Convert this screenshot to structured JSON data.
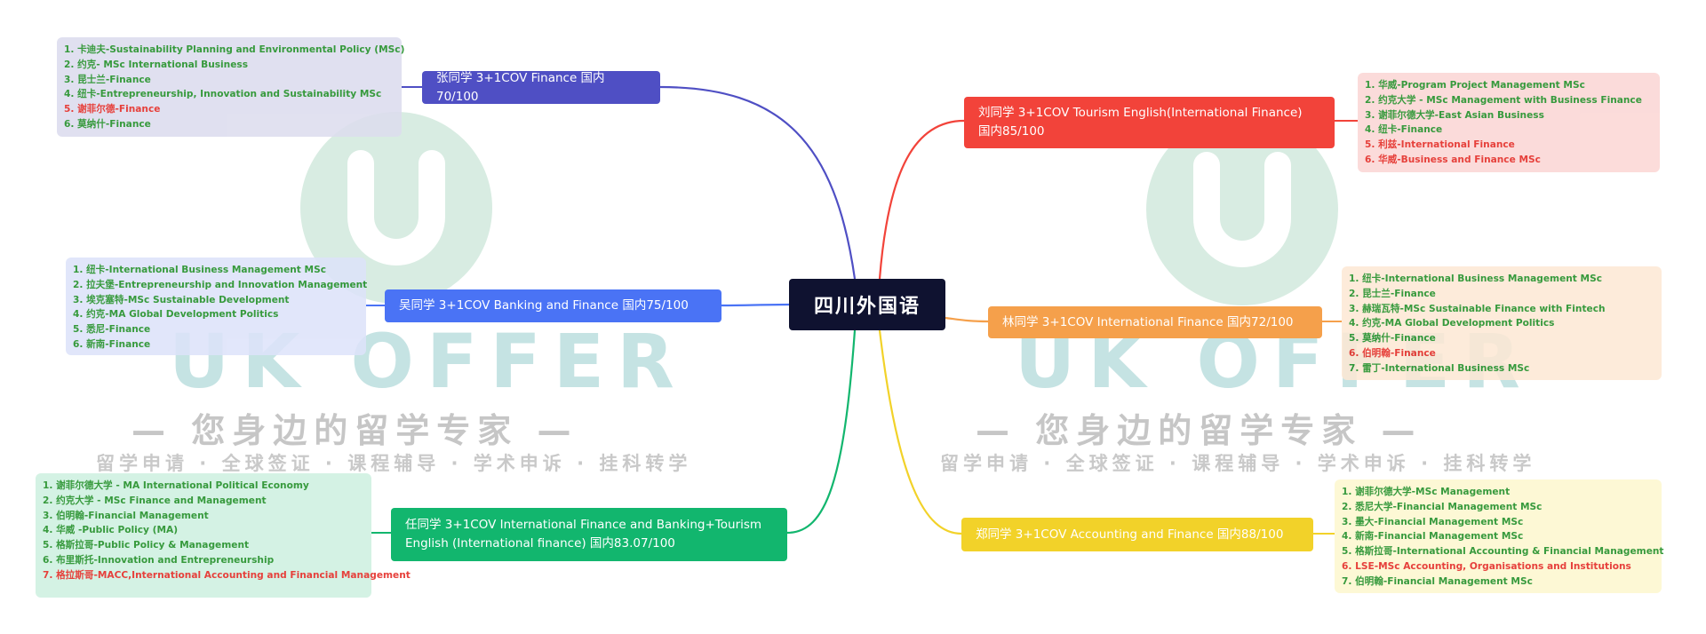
{
  "colors": {
    "root": "#0f1230",
    "zhang": "#4f4fc4",
    "liu": "#f2433a",
    "wu": "#4a73f5",
    "lin": "#f5a04b",
    "ren": "#12b66e",
    "zheng": "#f2d229",
    "item_default": "#178a1e",
    "item_highlight": "#e3211b"
  },
  "watermark": {
    "brand": "UK OFFER",
    "slogan": "— 您身边的留学专家 —",
    "services": "留学申请 · 全球签证 · 课程辅导 · 学术申诉 · 挂科转学"
  },
  "root": {
    "label": "四川外国语"
  },
  "branches": [
    {
      "id": "zhang",
      "label": "张同学 3+1COV Finance 国内70/100",
      "items": [
        {
          "text": "1. 卡迪夫-Sustainability Planning and Environmental Policy (MSc)",
          "highlight": false
        },
        {
          "text": "2. 约克- MSc International Business",
          "highlight": false
        },
        {
          "text": "3. 昆士兰-Finance",
          "highlight": false
        },
        {
          "text": "4. 纽卡-Entrepreneurship, Innovation and Sustainability MSc",
          "highlight": false
        },
        {
          "text": "5. 谢菲尔德-Finance",
          "highlight": true
        },
        {
          "text": "6. 莫纳什-Finance",
          "highlight": false
        }
      ]
    },
    {
      "id": "liu",
      "label": "刘同学 3+1COV Tourism English(International Finance)\n国内85/100",
      "items": [
        {
          "text": "1. 华威-Program Project Management MSc",
          "highlight": false
        },
        {
          "text": "2. 约克大学 -  MSc Management with Business Finance",
          "highlight": false
        },
        {
          "text": "3. 谢菲尔德大学-East Asian Business",
          "highlight": false
        },
        {
          "text": "4. 纽卡-Finance",
          "highlight": false
        },
        {
          "text": "5. 利兹-International Finance",
          "highlight": true
        },
        {
          "text": "6. 华威-Business and Finance MSc",
          "highlight": true
        }
      ]
    },
    {
      "id": "wu",
      "label": "吴同学 3+1COV Banking and Finance 国内75/100",
      "items": [
        {
          "text": "1. 纽卡-International Business Management MSc",
          "highlight": false
        },
        {
          "text": "2. 拉夫堡-Entrepreneurship and Innovation Management",
          "highlight": false
        },
        {
          "text": "3. 埃克塞特-MSc Sustainable Development",
          "highlight": false
        },
        {
          "text": "4. 约克-MA Global Development Politics",
          "highlight": false
        },
        {
          "text": "5. 悉尼-Finance",
          "highlight": false
        },
        {
          "text": "6. 新南-Finance",
          "highlight": false
        }
      ]
    },
    {
      "id": "lin",
      "label": "林同学 3+1COV International Finance 国内72/100",
      "items": [
        {
          "text": "1. 纽卡-International Business Management MSc",
          "highlight": false
        },
        {
          "text": "2. 昆士兰-Finance",
          "highlight": false
        },
        {
          "text": "3. 赫瑞瓦特-MSc Sustainable Finance with Fintech",
          "highlight": false
        },
        {
          "text": "4. 约克-MA Global Development Politics",
          "highlight": false
        },
        {
          "text": "5. 莫纳什-Finance",
          "highlight": false
        },
        {
          "text": "6. 伯明翰-Finance",
          "highlight": true
        },
        {
          "text": "7. 雷丁-International Business MSc",
          "highlight": false
        }
      ]
    },
    {
      "id": "ren",
      "label": "任同学 3+1COV International Finance and Banking+Tourism\nEnglish (International finance) 国内83.07/100",
      "items": [
        {
          "text": "1. 谢菲尔德大学 - MA International Political Economy",
          "highlight": false
        },
        {
          "text": "2. 约克大学 - MSc Finance and Management",
          "highlight": false
        },
        {
          "text": "3. 伯明翰-Financial Management",
          "highlight": false
        },
        {
          "text": "4. 华威 -Public Policy (MA)",
          "highlight": false
        },
        {
          "text": "5. 格斯拉哥-Public Policy & Management",
          "highlight": false
        },
        {
          "text": "6. 布里斯托-Innovation and Entrepreneurship",
          "highlight": false
        },
        {
          "text": "7. 格拉斯哥-MACC,International Accounting and Financial Management",
          "highlight": true
        }
      ]
    },
    {
      "id": "zheng",
      "label": "郑同学 3+1COV Accounting and Finance 国内88/100",
      "items": [
        {
          "text": "1. 谢菲尔德大学-MSc Management",
          "highlight": false
        },
        {
          "text": "2. 悉尼大学-Financial Management MSc",
          "highlight": false
        },
        {
          "text": "3. 墨大-Financial Management MSc",
          "highlight": false
        },
        {
          "text": "4. 新南-Financial Management MSc",
          "highlight": false
        },
        {
          "text": "5. 格斯拉哥-International Accounting & Financial Management",
          "highlight": false
        },
        {
          "text": "6. LSE-MSc Accounting, Organisations and Institutions",
          "highlight": true
        },
        {
          "text": "7. 伯明翰-Financial Management MSc",
          "highlight": false
        }
      ]
    }
  ]
}
